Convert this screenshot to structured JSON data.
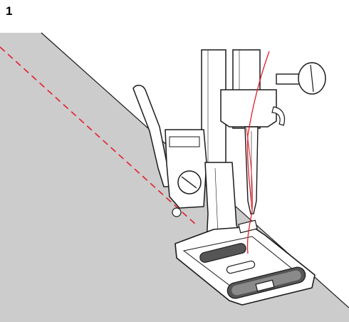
{
  "figure": {
    "step_number": "1"
  },
  "colors": {
    "fabric": "#cccccc",
    "stitch_line": "#e41e2b",
    "thread": "#e41e2b",
    "outline": "#1a1a1a",
    "metal": "#ffffff"
  },
  "icons": [
    "sewing-machine-needle",
    "presser-foot",
    "fabric-piece",
    "stitch-guide-line"
  ]
}
